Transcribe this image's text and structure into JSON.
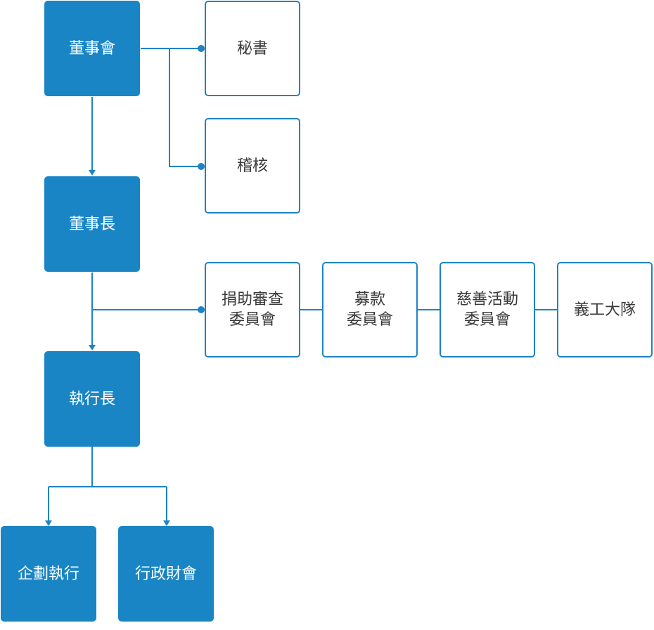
{
  "colors": {
    "primary": "#1985c4",
    "connector": "#1e84c3",
    "outline_text": "#3a3a3a",
    "solid_text": "#ffffff"
  },
  "nodes": {
    "board": "董事會",
    "chairman": "董事長",
    "ceo": "執行長",
    "secretary": "秘書",
    "audit": "稽核",
    "donation_review": "捐助審查\n委員會",
    "fundraising": "募款\n委員會",
    "charity_events": "慈善活動\n委員會",
    "volunteer_team": "義工大隊",
    "planning": "企劃執行",
    "admin_finance": "行政財會"
  }
}
